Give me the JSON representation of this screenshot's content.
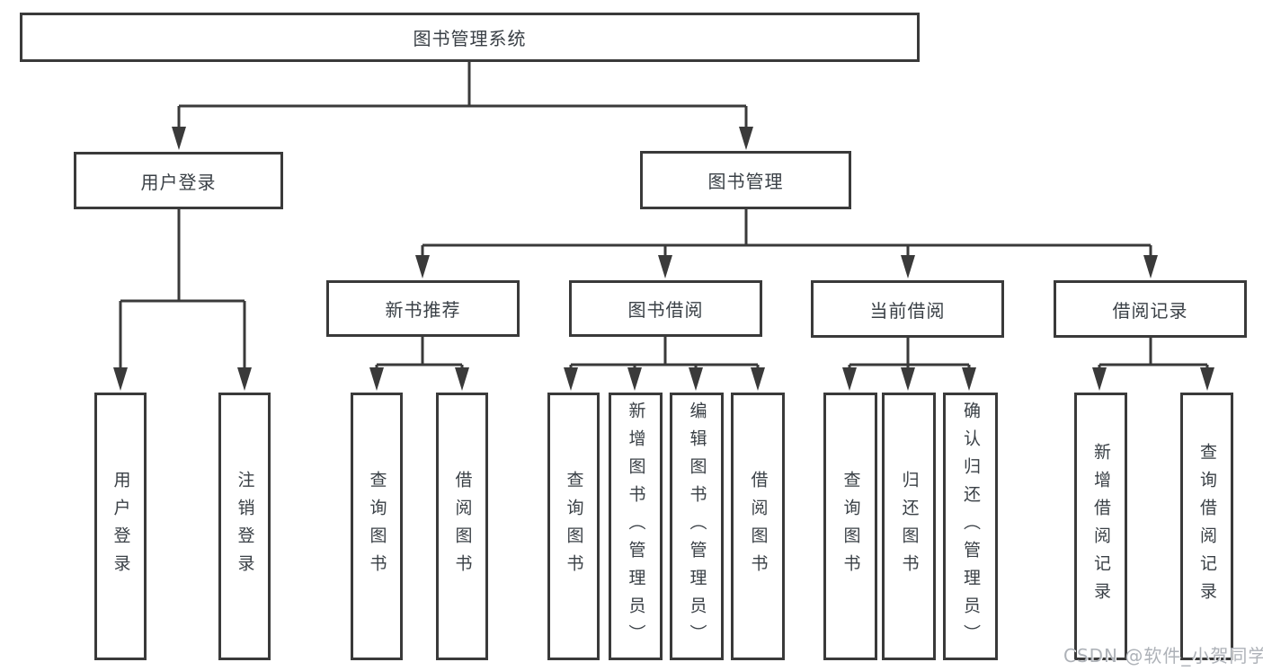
{
  "diagram": {
    "root_label": "图书管理系统",
    "level2": [
      {
        "label": "用户登录",
        "children": [
          "用户登录",
          "注销登录"
        ]
      },
      {
        "label": "图书管理"
      }
    ],
    "level3": [
      {
        "label": "新书推荐",
        "children": [
          "查询图书",
          "借阅图书"
        ]
      },
      {
        "label": "图书借阅",
        "children": [
          "查询图书",
          "新增图书（管理员）",
          "编辑图书（管理员）",
          "借阅图书"
        ]
      },
      {
        "label": "当前借阅",
        "children": [
          "查询图书",
          "归还图书",
          "确认归还（管理员）"
        ]
      },
      {
        "label": "借阅记录",
        "children": [
          "新增借阅记录",
          "查询借阅记录"
        ]
      }
    ]
  },
  "watermark": "CSDN @软件_小贺同学",
  "colors": {
    "line": "#3a3a3a",
    "text": "#3a4046",
    "watermark": "#aeb2b8",
    "background": "#ffffff"
  }
}
